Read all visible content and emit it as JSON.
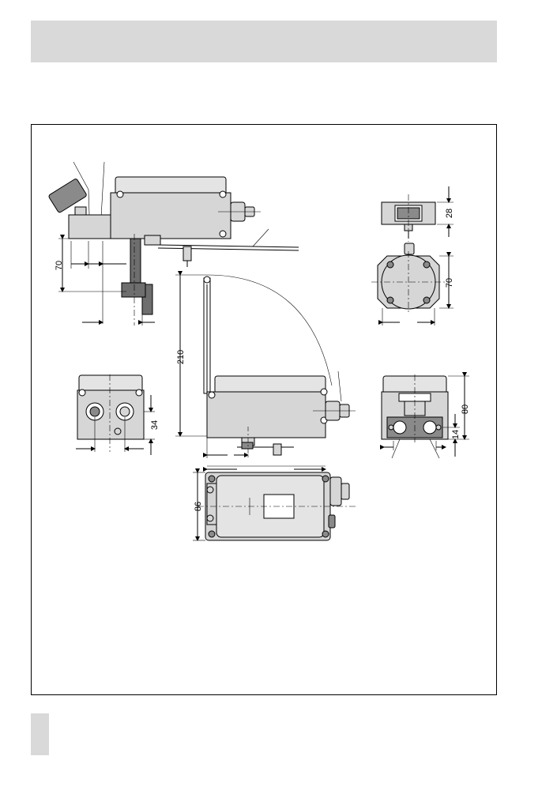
{
  "dimensions": {
    "d70_left": "70",
    "d28": "28",
    "d70_right": "70",
    "d210": "210",
    "d34": "34",
    "d80": "80",
    "d14": "14",
    "d86": "86"
  }
}
